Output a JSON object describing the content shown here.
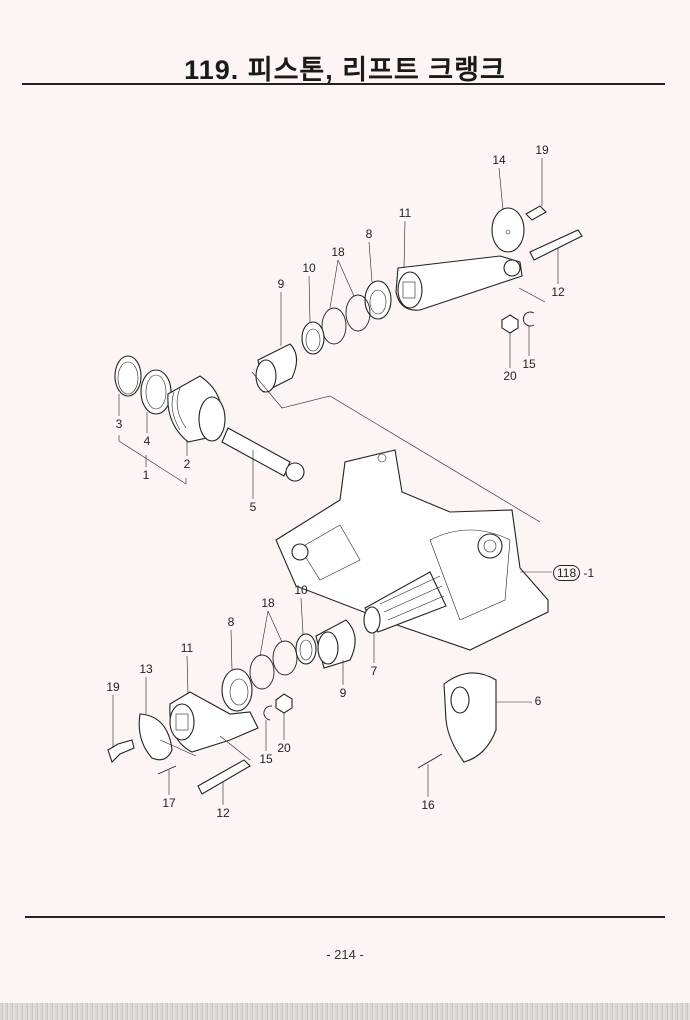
{
  "header": {
    "title": "119. 피스톤, 리프트 크랭크"
  },
  "diagram": {
    "callouts": [
      "19",
      "14",
      "11",
      "8",
      "18",
      "10",
      "9",
      "12",
      "20",
      "15",
      "3",
      "4",
      "2",
      "1",
      "5",
      "10",
      "18",
      "8",
      "11",
      "13",
      "19",
      "7",
      "9",
      "6",
      "20",
      "15",
      "17",
      "12",
      "16"
    ],
    "reference": {
      "group": "118",
      "suffix": "-1"
    }
  },
  "footer": {
    "page_number": "- 214 -"
  }
}
